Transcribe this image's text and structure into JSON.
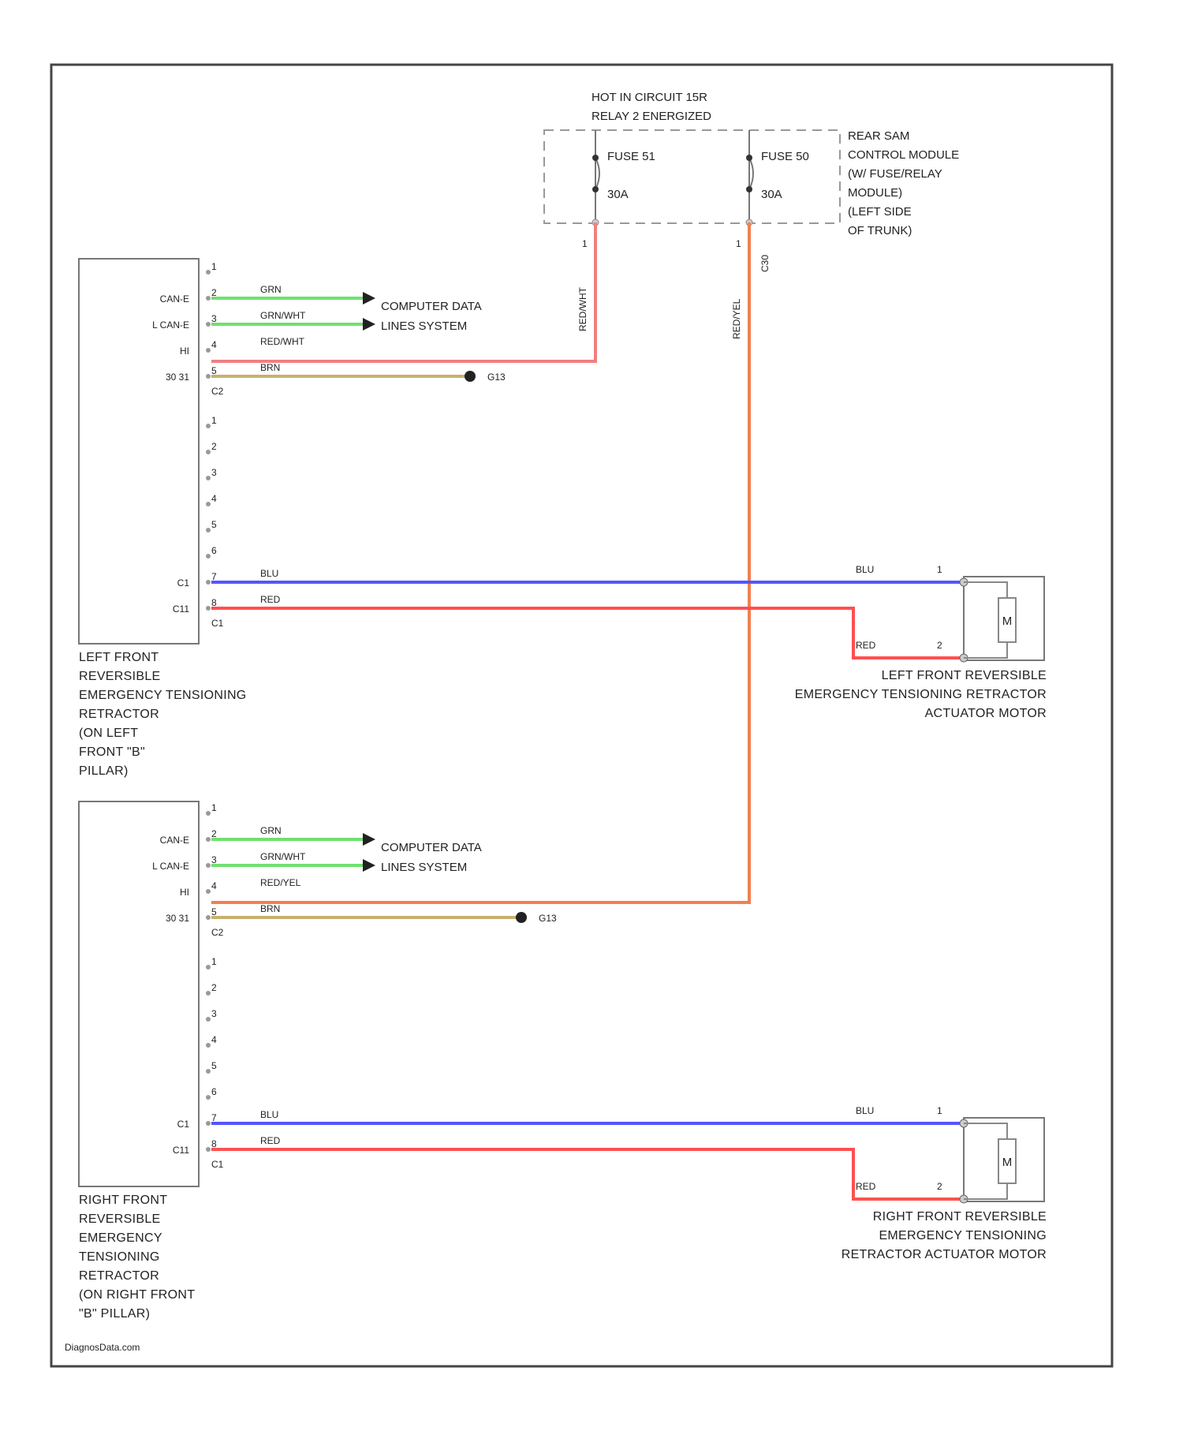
{
  "colors": {
    "GRN": "#70e070",
    "GRN_WHT": "#70e070",
    "RED_WHT": "#f08080",
    "BRN": "#c8b070",
    "BLU": "#5555ff",
    "RED": "#ff5050",
    "RED_YEL": "#f08050"
  },
  "hot_label": [
    "HOT IN CIRCUIT 15R",
    "RELAY 2 ENERGIZED"
  ],
  "fuse_module": {
    "label": [
      "REAR SAM",
      "CONTROL MODULE",
      "(W/ FUSE/RELAY",
      "MODULE)",
      "(LEFT SIDE",
      "OF TRUNK)"
    ],
    "fuse_left": {
      "name": "FUSE 51",
      "amps": "30A",
      "pin": "1",
      "wire_color": "RED/WHT",
      "wire_key": "RED_WHT"
    },
    "fuse_right": {
      "name": "FUSE 50",
      "amps": "30A",
      "pin": "1",
      "wire_color": "RED/YEL",
      "wire_key": "RED_YEL",
      "side_tag": "C30"
    }
  },
  "units": [
    {
      "id": "left",
      "caption": [
        "LEFT FRONT",
        "REVERSIBLE",
        "EMERGENCY TENSIONING",
        "RETRACTOR",
        "(ON LEFT",
        "FRONT \"B\"",
        "PILLAR)"
      ],
      "c2_pins": [
        {
          "pin": "1",
          "signal": "",
          "color": "",
          "wire": false
        },
        {
          "pin": "2",
          "signal": "CAN-E",
          "color": "GRN",
          "key": "GRN",
          "wire": true
        },
        {
          "pin": "3",
          "signal": "L CAN-E",
          "color": "GRN/WHT",
          "key": "GRN_WHT",
          "wire": true
        },
        {
          "pin": "4",
          "signal": "HI",
          "color": "RED/WHT",
          "key": "RED_WHT",
          "wire": true
        },
        {
          "pin": "5",
          "signal": "30 31",
          "color": "BRN",
          "key": "BRN",
          "wire": true
        }
      ],
      "c2_label": "C2",
      "c1_pins": [
        {
          "pin": "1"
        },
        {
          "pin": "2"
        },
        {
          "pin": "3"
        },
        {
          "pin": "4"
        },
        {
          "pin": "5"
        },
        {
          "pin": "6"
        },
        {
          "pin": "7",
          "signal": "C1",
          "color": "BLU",
          "key": "BLU"
        },
        {
          "pin": "8",
          "signal": "C11",
          "color": "RED",
          "key": "RED"
        }
      ],
      "c1_label": "C1",
      "data_link": [
        "COMPUTER DATA",
        "LINES SYSTEM"
      ],
      "ground": "G13",
      "motor": {
        "symbol": "M",
        "pin1": "1",
        "pin2": "2",
        "wire1_color": "BLU",
        "wire2_color": "RED",
        "caption": [
          "LEFT FRONT REVERSIBLE",
          "EMERGENCY TENSIONING RETRACTOR",
          "ACTUATOR MOTOR"
        ]
      }
    },
    {
      "id": "right",
      "caption": [
        "RIGHT FRONT",
        "REVERSIBLE",
        "EMERGENCY",
        "TENSIONING",
        "RETRACTOR",
        "(ON RIGHT FRONT",
        "\"B\" PILLAR)"
      ],
      "c2_pins": [
        {
          "pin": "1",
          "signal": "",
          "color": "",
          "wire": false
        },
        {
          "pin": "2",
          "signal": "CAN-E",
          "color": "GRN",
          "key": "GRN",
          "wire": true
        },
        {
          "pin": "3",
          "signal": "L CAN-E",
          "color": "GRN/WHT",
          "key": "GRN_WHT",
          "wire": true
        },
        {
          "pin": "4",
          "signal": "HI",
          "color": "RED/YEL",
          "key": "RED_YEL",
          "wire": true
        },
        {
          "pin": "5",
          "signal": "30 31",
          "color": "BRN",
          "key": "BRN",
          "wire": true
        }
      ],
      "c2_label": "C2",
      "c1_pins": [
        {
          "pin": "1"
        },
        {
          "pin": "2"
        },
        {
          "pin": "3"
        },
        {
          "pin": "4"
        },
        {
          "pin": "5"
        },
        {
          "pin": "6"
        },
        {
          "pin": "7",
          "signal": "C1",
          "color": "BLU",
          "key": "BLU"
        },
        {
          "pin": "8",
          "signal": "C11",
          "color": "RED",
          "key": "RED"
        }
      ],
      "c1_label": "C1",
      "data_link": [
        "COMPUTER DATA",
        "LINES SYSTEM"
      ],
      "ground": "G13",
      "motor": {
        "symbol": "M",
        "pin1": "1",
        "pin2": "2",
        "wire1_color": "BLU",
        "wire2_color": "RED",
        "caption": [
          "RIGHT FRONT REVERSIBLE",
          "EMERGENCY TENSIONING",
          "RETRACTOR ACTUATOR MOTOR"
        ]
      }
    }
  ],
  "footer": "DiagnosData.com"
}
